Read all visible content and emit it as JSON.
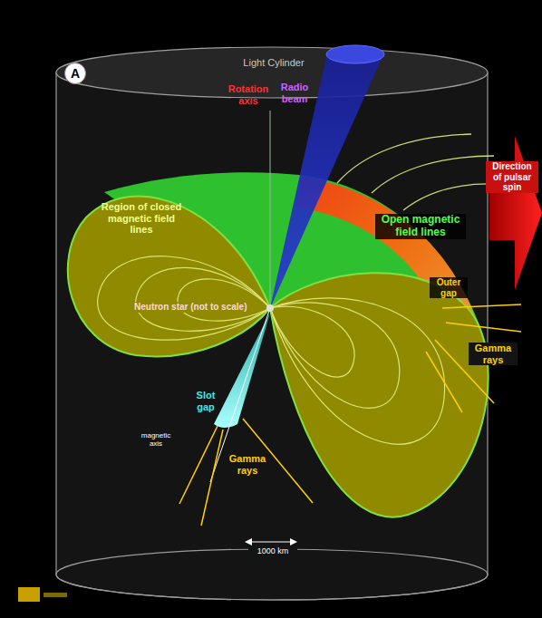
{
  "diagram": {
    "nodes": [
      {
        "text": [
          "A"
        ]
      }
    ],
    "labels": [
      "Light Cylinder",
      "Rotation axis",
      "Radio beam",
      "Region of closed magnetic field lines",
      "Open magnetic field lines",
      "Direction of pulsar spin",
      "Neutron star (not to scale)",
      "Outer gap",
      "Gamma rays",
      "Slot gap",
      "magnetic axis",
      "Gamma rays",
      "1000 km"
    ]
  }
}
